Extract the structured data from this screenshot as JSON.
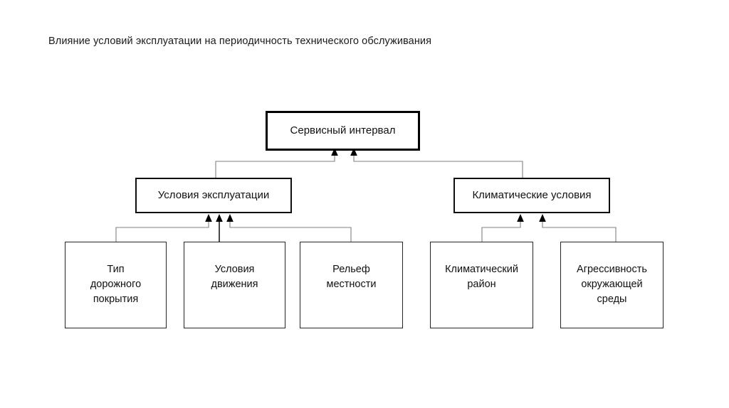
{
  "page": {
    "title": "Влияние условий эксплуатации на периодичность технического обслуживания",
    "background_color": "#ffffff",
    "text_color": "#111111",
    "connector_color": "#808080",
    "border_color": "#000000"
  },
  "diagram": {
    "type": "hierarchy-tree",
    "orientation": "bottom-up-arrows",
    "root": {
      "id": "service-interval",
      "label": "Сервисный интервал"
    },
    "branches": [
      {
        "id": "operating-conditions",
        "label": "Условия эксплуатации",
        "children": [
          {
            "id": "road-surface-type",
            "label": "Тип\nдорожного\nпокрытия"
          },
          {
            "id": "traffic-conditions",
            "label": "Условия\nдвижения"
          },
          {
            "id": "terrain-relief",
            "label": "Рельеф\nместности"
          }
        ]
      },
      {
        "id": "climatic-conditions",
        "label": "Климатические условия",
        "children": [
          {
            "id": "climatic-region",
            "label": "Климатический\nрайон"
          },
          {
            "id": "environmental-aggressiveness",
            "label": "Агрессивность\nокружающей\nсреды"
          }
        ]
      }
    ]
  }
}
